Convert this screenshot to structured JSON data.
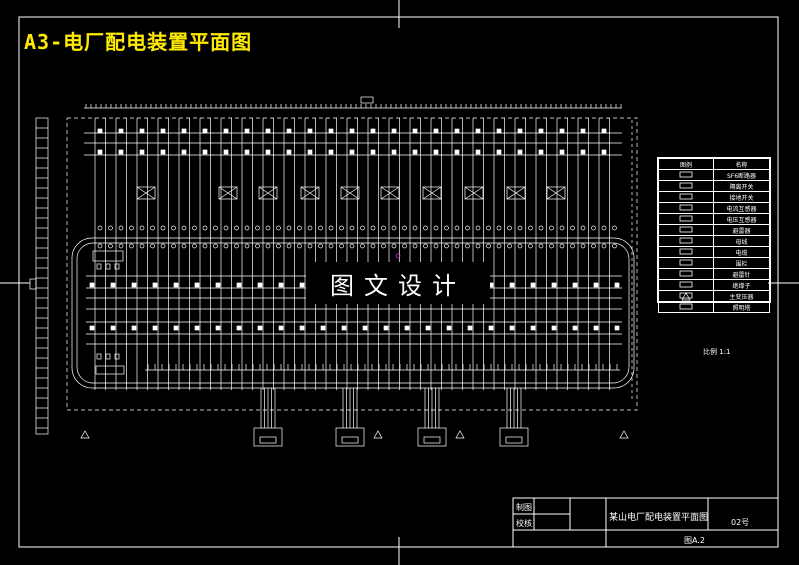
{
  "title": "A3-电厂配电装置平面图",
  "watermark": "图文设计",
  "legend": {
    "header": [
      "图例",
      "名称"
    ],
    "rows": [
      {
        "symbol": "sf6-breaker-symbol",
        "name": "SF6断路器"
      },
      {
        "symbol": "isolator-symbol",
        "name": "隔离开关"
      },
      {
        "symbol": "ground-switch-symbol",
        "name": "接地开关"
      },
      {
        "symbol": "ct-symbol",
        "name": "电流互感器"
      },
      {
        "symbol": "pt-symbol",
        "name": "电压互感器"
      },
      {
        "symbol": "arrester-symbol",
        "name": "避雷器"
      },
      {
        "symbol": "bus-symbol",
        "name": "母线"
      },
      {
        "symbol": "cable-symbol",
        "name": "电缆"
      },
      {
        "symbol": "fence-symbol",
        "name": "围栏"
      },
      {
        "symbol": "lightning-rod-symbol",
        "name": "避雷针"
      },
      {
        "symbol": "insulator-symbol",
        "name": "绝缘子"
      },
      {
        "symbol": "transformer-symbol",
        "name": "主变压器"
      },
      {
        "symbol": "lighting-tower-symbol",
        "name": "照明塔"
      }
    ]
  },
  "ratio_label": "比例 1:1",
  "title_block": {
    "drawn": "制图",
    "checked": "校核",
    "drawing_name": "某山电厂配电装置平面图",
    "number": "02号",
    "sheet": "图A.2"
  }
}
